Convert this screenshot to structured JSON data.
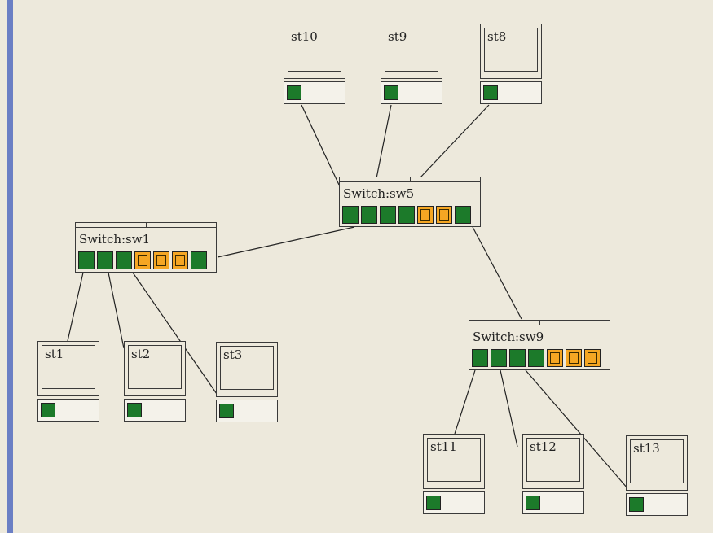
{
  "colors": {
    "canvas": "#ede9dc",
    "left_bar": "#6b7fc4",
    "port_active": "#1c7a2a",
    "port_warning": "#f5a623",
    "line": "#222222"
  },
  "switches": [
    {
      "id": "sw5",
      "label": "Switch:sw5",
      "ports": [
        "green",
        "green",
        "green",
        "green",
        "orange",
        "orange",
        "green"
      ]
    },
    {
      "id": "sw1",
      "label": "Switch:sw1",
      "ports": [
        "green",
        "green",
        "green",
        "orange",
        "orange",
        "orange",
        "green"
      ]
    },
    {
      "id": "sw9",
      "label": "Switch:sw9",
      "ports": [
        "green",
        "green",
        "green",
        "green",
        "orange",
        "orange",
        "orange"
      ]
    }
  ],
  "stations": [
    {
      "id": "st10",
      "label": "st10"
    },
    {
      "id": "st9",
      "label": "st9"
    },
    {
      "id": "st8",
      "label": "st8"
    },
    {
      "id": "st1",
      "label": "st1"
    },
    {
      "id": "st2",
      "label": "st2"
    },
    {
      "id": "st3",
      "label": "st3"
    },
    {
      "id": "st11",
      "label": "st11"
    },
    {
      "id": "st12",
      "label": "st12"
    },
    {
      "id": "st13",
      "label": "st13"
    }
  ],
  "links": [
    [
      "st10",
      "sw5"
    ],
    [
      "st9",
      "sw5"
    ],
    [
      "st8",
      "sw5"
    ],
    [
      "sw5",
      "sw1"
    ],
    [
      "sw5",
      "sw9"
    ],
    [
      "sw1",
      "st1"
    ],
    [
      "sw1",
      "st2"
    ],
    [
      "sw1",
      "st3"
    ],
    [
      "sw9",
      "st11"
    ],
    [
      "sw9",
      "st12"
    ],
    [
      "sw9",
      "st13"
    ]
  ]
}
